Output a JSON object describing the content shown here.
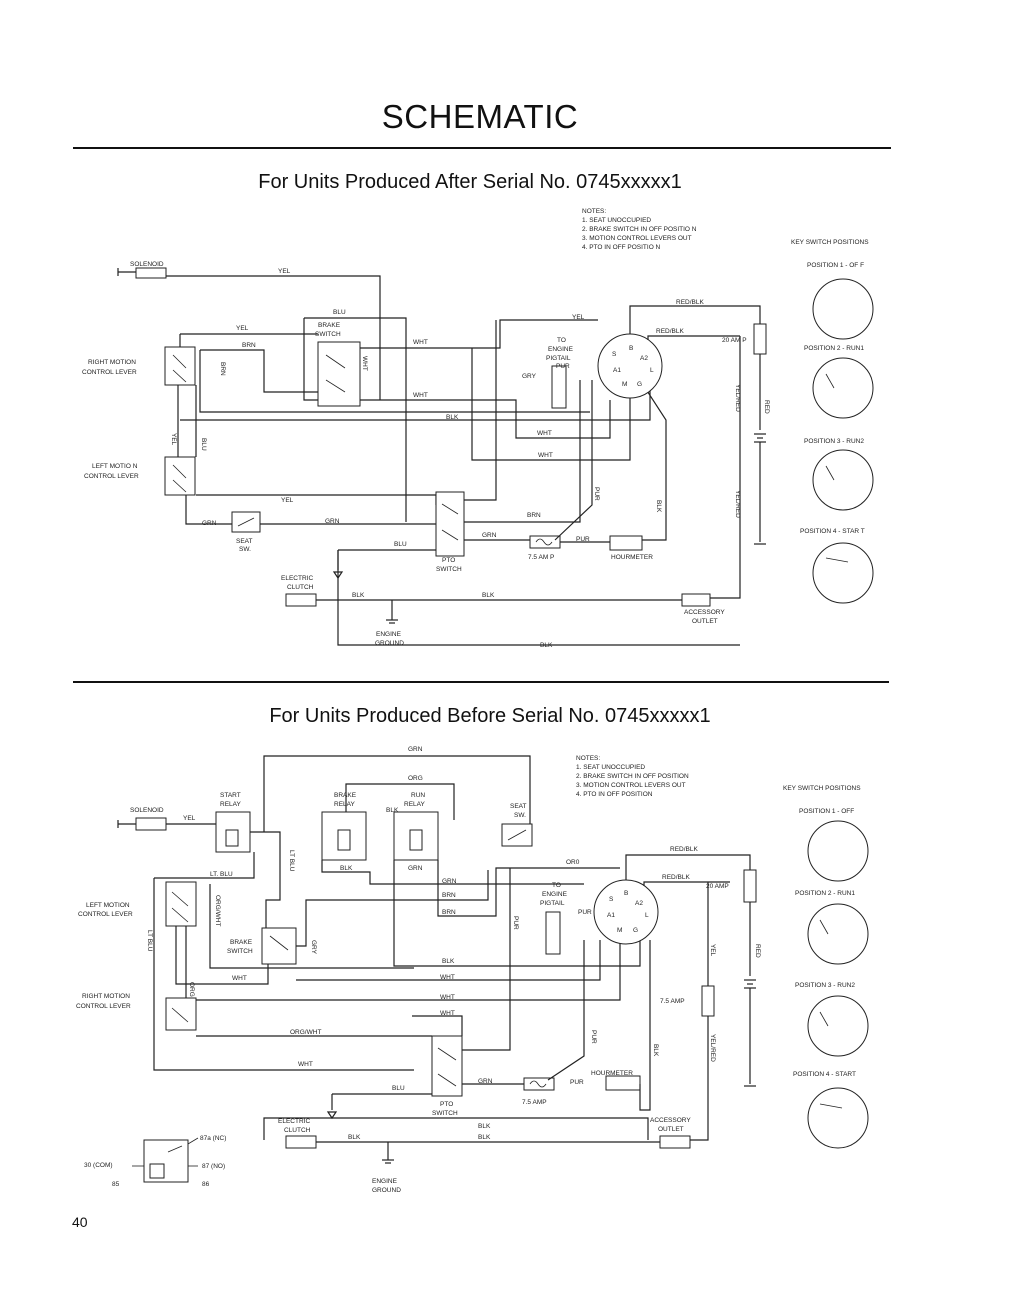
{
  "page": {
    "title": "SCHEMATIC",
    "page_number": "40"
  },
  "top": {
    "subtitle": "For Units Produced After Serial No. 0745xxxxx1",
    "notes": {
      "heading": "NOTES:",
      "items": [
        "1.  SEAT UNOCCUPIED",
        "2.  BRAKE SWITCH IN OFF POSITIO N",
        "3.  MOTION CONTROL LEVERS OUT",
        "4.  PTO IN OFF POSITIO N"
      ]
    },
    "key_switch_heading": "KEY SWITCH POSITIONS",
    "positions": [
      "POSITION 1 - OF F",
      "POSITION 2 - RUN1",
      "POSITION 3 - RUN2",
      "POSITION 4 - STAR T"
    ],
    "labels": {
      "solenoid": "SOLENOID",
      "right_motion_1": "RIGHT MOTION",
      "right_motion_2": "CONTROL LEVER",
      "left_motion_1": "LEFT MOTIO N",
      "left_motion_2": "CONTROL LEVER",
      "brake_1": "BRAKE",
      "brake_2": "SWITCH",
      "to_engine_1": "TO",
      "to_engine_2": "ENGINE",
      "to_engine_3": "PIGTAIL",
      "amp20": "20 AM P",
      "amp75": "7.5 AM P",
      "seat_1": "SEAT",
      "seat_2": "SW.",
      "pto_1": "PTO",
      "pto_2": "SWITCH",
      "hourmeter": "HOURMETER",
      "clutch_1": "ELECTRIC",
      "clutch_2": "CLUTCH",
      "ground_1": "ENGINE",
      "ground_2": "GROUND",
      "outlet_1": "ACCESSORY",
      "outlet_2": "OUTLET"
    },
    "wires": {
      "yel": "YEL",
      "blu": "BLU",
      "brn": "BRN",
      "wht": "WHT",
      "blk": "BLK",
      "grn": "GRN",
      "gry": "GRY",
      "pur": "PUR",
      "red": "RED",
      "redblk": "RED/BLK",
      "yelred": "YEL/RED"
    }
  },
  "bottom": {
    "subtitle": "For Units Produced Before Serial No. 0745xxxxx1",
    "notes": {
      "heading": "NOTES:",
      "items": [
        "1.  SEAT UNOCCUPIED",
        "2.  BRAKE SWITCH IN OFF POSITION",
        "3.  MOTION CONTROL LEVERS OUT",
        "4.  PTO IN OFF POSITION"
      ]
    },
    "key_switch_heading": "KEY SWITCH POSITIONS",
    "positions": [
      "POSITION 1 - OFF",
      "POSITION 2 - RUN1",
      "POSITION 3 - RUN2",
      "POSITION 4 - START"
    ],
    "labels": {
      "solenoid": "SOLENOID",
      "start_1": "START",
      "start_2": "RELAY",
      "brake_relay_1": "BRAKE",
      "brake_relay_2": "RELAY",
      "run_relay_1": "RUN",
      "run_relay_2": "RELAY",
      "seat_1": "SEAT",
      "seat_2": "SW.",
      "left_motion_1": "LEFT MOTION",
      "left_motion_2": "CONTROL LEVER",
      "right_motion_1": "RIGHT MOTION",
      "right_motion_2": "CONTROL LEVER",
      "brake_sw_1": "BRAKE",
      "brake_sw_2": "SWITCH",
      "to_engine_1": "TO",
      "to_engine_2": "ENGINE",
      "to_engine_3": "PIGTAIL",
      "amp20": "20 AMP",
      "amp75a": "7.5 AMP",
      "amp75b": "7.5 AMP",
      "pto_1": "PTO",
      "pto_2": "SWITCH",
      "hourmeter": "HOURMETER",
      "clutch_1": "ELECTRIC",
      "clutch_2": "CLUTCH",
      "outlet_1": "ACCESSORY",
      "outlet_2": "OUTLET",
      "ground_1": "ENGINE",
      "ground_2": "GROUND",
      "relay_87a": "87a (NC)",
      "relay_87": "87 (NO)",
      "relay_30": "30 (COM)",
      "relay_85": "85",
      "relay_86": "86"
    },
    "wires": {
      "grn": "GRN",
      "org": "ORG",
      "yel": "YEL",
      "ltblu": "LT. BLU",
      "ltblu2": "LT BLU",
      "orgwht": "ORG/WHT",
      "wht": "WHT",
      "blk": "BLK",
      "brn": "BRN",
      "gry": "GRY",
      "pur": "PUR",
      "red": "RED",
      "redblk": "RED/BLK",
      "yelred": "YEL/RED",
      "org0": "OR0",
      "blu": "BLU"
    }
  },
  "key_switch": {
    "terminals": [
      "S",
      "B",
      "A2",
      "A1",
      "L",
      "M",
      "G"
    ]
  }
}
